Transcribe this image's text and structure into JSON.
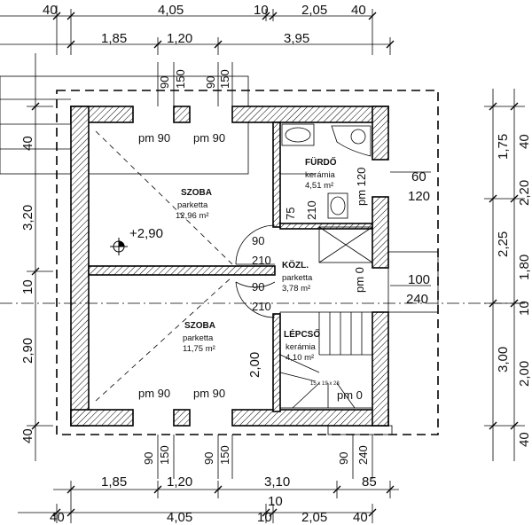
{
  "dims": {
    "top_row1": [
      "40",
      "4,05",
      "10",
      "2,05",
      "40"
    ],
    "top_row2": [
      "1,85",
      "1,20",
      "3,95"
    ],
    "top_ticks": [
      "90",
      "150",
      "90",
      "150"
    ],
    "bottom_row1": [
      "1,85",
      "1,20",
      "3,10",
      "85"
    ],
    "bottom_row2": [
      "40",
      "4,05",
      "10",
      "2,05",
      "40"
    ],
    "bottom_mid": "10",
    "bottom_ticks": [
      "90",
      "150",
      "90",
      "150",
      "90",
      "240"
    ],
    "left": [
      "40",
      "3,20",
      "10",
      "2,90",
      "40"
    ],
    "right_outer": [
      "1,75",
      "2,25",
      "3,00"
    ],
    "right_inner": [
      "40",
      "2,20",
      "1,80",
      "10",
      "2,00",
      "40"
    ],
    "right_side": [
      "60",
      "120",
      "100",
      "240"
    ]
  },
  "rooms": {
    "room1": {
      "name": "SZOBA",
      "floor": "parketta",
      "area": "12,96 m²"
    },
    "room2": {
      "name": "SZOBA",
      "floor": "parketta",
      "area": "11,75 m²"
    },
    "bath": {
      "name": "FÜRDŐ",
      "floor": "kerámia",
      "area": "4,51 m²"
    },
    "hall": {
      "name": "KÖZL.",
      "floor": "parketta",
      "area": "3,78 m²"
    },
    "stair": {
      "name": "LÉPCSŐ",
      "floor": "kerámia",
      "area": "4,10 m²"
    }
  },
  "labels": {
    "pm90": "pm 90",
    "pm120": "pm 120",
    "pm0": "pm 0",
    "level": "+2,90",
    "stair_size": "15 x 19 x 28",
    "d90": "90",
    "d210": "210",
    "d75": "75",
    "d200": "2,00"
  }
}
